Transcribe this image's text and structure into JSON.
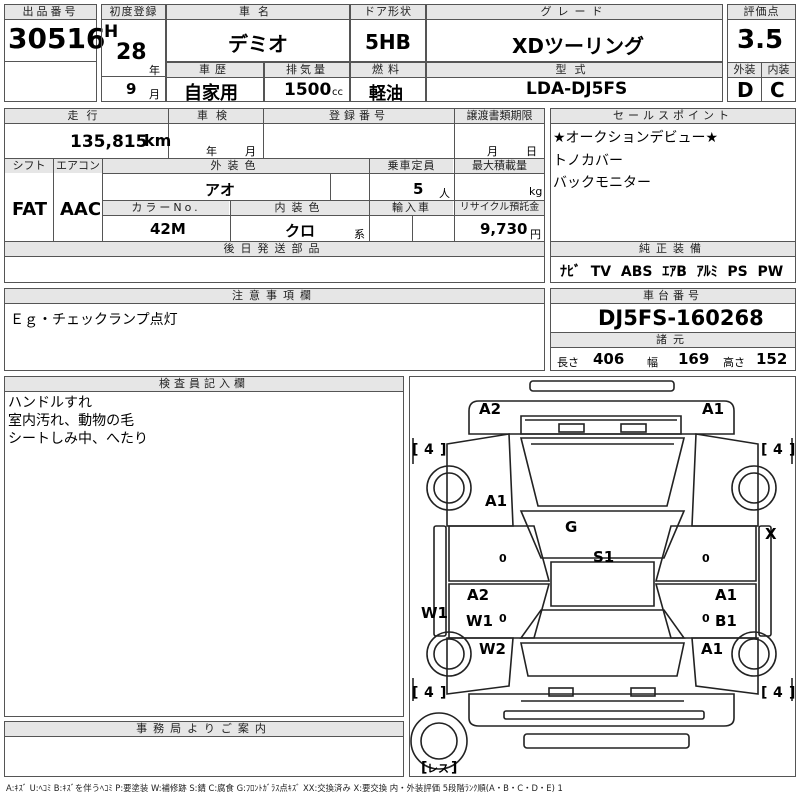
{
  "lot": {
    "label": "出品番号",
    "value": "30516"
  },
  "first_reg": {
    "label": "初度登録",
    "era": "H",
    "year": "28",
    "year_unit": "年",
    "month": "9",
    "month_unit": "月"
  },
  "name": {
    "label": "車名",
    "value": "デミオ"
  },
  "door": {
    "label": "ドア形状",
    "value": "5HB"
  },
  "grade": {
    "label": "グレード",
    "value": "XDツーリング"
  },
  "score": {
    "label": "評価点",
    "value": "3.5",
    "ext_label": "外装",
    "int_label": "内装",
    "ext_value": "D",
    "int_value": "C"
  },
  "history": {
    "label": "車歴",
    "value": "自家用"
  },
  "displacement": {
    "label": "排気量",
    "value": "1500",
    "unit": "cc"
  },
  "fuel": {
    "label": "燃料",
    "value": "軽油"
  },
  "model": {
    "label": "型式",
    "value": "LDA-DJ5FS"
  },
  "mileage": {
    "label": "走行",
    "value": "135,815",
    "unit": "km"
  },
  "inspection": {
    "label": "車検",
    "year_unit": "年",
    "month_unit": "月"
  },
  "registration": {
    "label": "登録番号"
  },
  "transfer": {
    "label": "譲渡書類期限",
    "month_unit": "月",
    "day_unit": "日"
  },
  "shift": {
    "label": "シフト",
    "value": "FAT"
  },
  "aircon": {
    "label": "エアコン",
    "value": "AAC"
  },
  "color": {
    "label": "外装色",
    "value": "アオ"
  },
  "capacity": {
    "label": "乗車定員",
    "value": "5",
    "unit": "人"
  },
  "load": {
    "label": "最大積載量",
    "unit": "kg"
  },
  "color_no": {
    "label": "カラーNo.",
    "value": "42M"
  },
  "interior_color": {
    "label": "内装色",
    "value": "クロ",
    "suffix": "系"
  },
  "import": {
    "label": "輸入車"
  },
  "recycle": {
    "label": "リサイクル預託金",
    "value": "9,730",
    "unit": "円"
  },
  "later_parts": {
    "label": "後日発送部品"
  },
  "sales_points": {
    "label": "セールスポイント",
    "lines": [
      "★オークションデビュー★",
      "トノカバー",
      "バックモニター"
    ]
  },
  "equipment": {
    "label": "純正装備",
    "value": "ﾅﾋﾞ  TV  ABS  ｴｱB  ｱﾙﾐ  PS  PW"
  },
  "notes": {
    "label": "注意事項欄",
    "value": "Ｅｇ・チェックランプ点灯"
  },
  "chassis": {
    "label": "車台番号",
    "value": "DJ5FS-160268"
  },
  "specs": {
    "label": "諸元",
    "length_label": "長さ",
    "length": "406",
    "width_label": "幅",
    "width": "169",
    "height_label": "高さ",
    "height": "152"
  },
  "inspector": {
    "label": "検査員記入欄",
    "lines": [
      "ハンドルすれ",
      "室内汚れ、動物の毛",
      "シートしみ中、へたり"
    ]
  },
  "office": {
    "label": "事務局よりご案内"
  },
  "diagram": {
    "marks": {
      "front_left": "A2",
      "front_right": "A1",
      "left_front_fender": "A1",
      "roof": "G",
      "roof_center": "S1",
      "right_side": "X",
      "left_rear_door": "A2",
      "left_sill": "W1",
      "left_rear_door_w": "W1",
      "left_rear_fender": "W2",
      "right_rear_door": "A1",
      "right_rear_door_b": "B1",
      "right_rear_fender": "A1",
      "tire_fl": "4",
      "tire_fr": "4",
      "tire_rl": "4",
      "tire_rr": "4",
      "spare": "レス",
      "left_door_small": "0",
      "right_door_small": "0",
      "left_rear_small": "0",
      "right_rear_small": "0"
    }
  },
  "legend": "A:ｷｽﾞ  U:ﾍｺﾐ  B:ｷｽﾞを伴うﾍｺﾐ  P:要塗装  W:補修跡  S:錆  C:腐食  G:ﾌﾛﾝﾄｶﾞﾗｽ点ｷｽﾞ  XX:交換済み  X:要交換   内・外装評価  5段階ﾗﾝｸ順(A・B・C・D・E) 1"
}
